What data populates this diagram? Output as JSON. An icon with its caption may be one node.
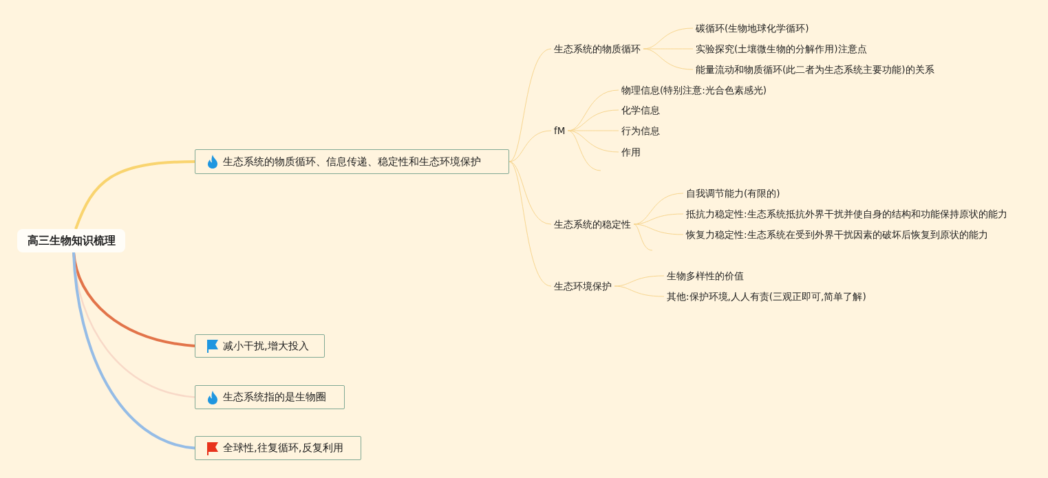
{
  "diagram": {
    "nodes": [
      {
        "text": [
          "高三生物知识梳理"
        ]
      },
      {
        "text": [
          "生态系统的物质循环、信息传递、稳定性和生态环境保护"
        ]
      },
      {
        "text": [
          "生态系统的物质循环"
        ]
      },
      {
        "text": [
          "碳循环(生物地球化学循环)"
        ]
      },
      {
        "text": [
          "实验探究(土壤微生物的分解作用)注意点"
        ]
      },
      {
        "text": [
          "能量流动和物质循环(此二者为生态系统主要功能)的关系"
        ]
      },
      {
        "text": [
          "fM"
        ]
      },
      {
        "text": [
          "物理信息(特别注意:光合色素感光)"
        ]
      },
      {
        "text": [
          "化学信息"
        ]
      },
      {
        "text": [
          "行为信息"
        ]
      },
      {
        "text": [
          "作用"
        ]
      },
      {
        "text": [
          "生态系统的稳定性"
        ]
      },
      {
        "text": [
          "自我调节能力(有限的)"
        ]
      },
      {
        "text": [
          "抵抗力稳定性:生态系统抵抗外界干扰并使自身的结构和功能保持原状的能力"
        ]
      },
      {
        "text": [
          "恢复力稳定性:生态系统在受到外界干扰因素的破坏后恢复到原状的能力"
        ]
      },
      {
        "text": [
          "生态环境保护"
        ]
      },
      {
        "text": [
          "生物多样性的价值"
        ]
      },
      {
        "text": [
          "其他:保护环境,人人有责(三观正即可,简单了解)"
        ]
      },
      {
        "text": [
          "减小干扰,增大投入"
        ]
      },
      {
        "text": [
          "生态系统指的是生物圈"
        ]
      },
      {
        "text": [
          "全球性,往复循环,反复利用"
        ]
      }
    ],
    "edges": [
      {
        "from": 0,
        "to": 1,
        "arrow": "none",
        "style": "thick",
        "color": "#f9d46f"
      },
      {
        "from": 1,
        "to": 2,
        "arrow": "none"
      },
      {
        "from": 2,
        "to": 3,
        "arrow": "none"
      },
      {
        "from": 2,
        "to": 4,
        "arrow": "none"
      },
      {
        "from": 2,
        "to": 5,
        "arrow": "none"
      },
      {
        "from": 1,
        "to": 6,
        "arrow": "none"
      },
      {
        "from": 6,
        "to": 7,
        "arrow": "none"
      },
      {
        "from": 6,
        "to": 8,
        "arrow": "none"
      },
      {
        "from": 6,
        "to": 9,
        "arrow": "none"
      },
      {
        "from": 6,
        "to": 10,
        "arrow": "none"
      },
      {
        "from": 6,
        "to": null,
        "arrow": "none"
      },
      {
        "from": 1,
        "to": 11,
        "arrow": "none"
      },
      {
        "from": 11,
        "to": 12,
        "arrow": "none"
      },
      {
        "from": 11,
        "to": 13,
        "arrow": "none"
      },
      {
        "from": 11,
        "to": 14,
        "arrow": "none"
      },
      {
        "from": 11,
        "to": null,
        "arrow": "none"
      },
      {
        "from": 1,
        "to": 15,
        "arrow": "none"
      },
      {
        "from": 15,
        "to": 16,
        "arrow": "none"
      },
      {
        "from": 15,
        "to": 17,
        "arrow": "none"
      },
      {
        "from": 0,
        "to": 18,
        "arrow": "none",
        "style": "thick",
        "color": "#e2744a"
      },
      {
        "from": 0,
        "to": 19,
        "arrow": "none",
        "color": "#f8d9c8"
      },
      {
        "from": 0,
        "to": 20,
        "arrow": "none",
        "style": "thick",
        "color": "#95bce6"
      }
    ]
  }
}
